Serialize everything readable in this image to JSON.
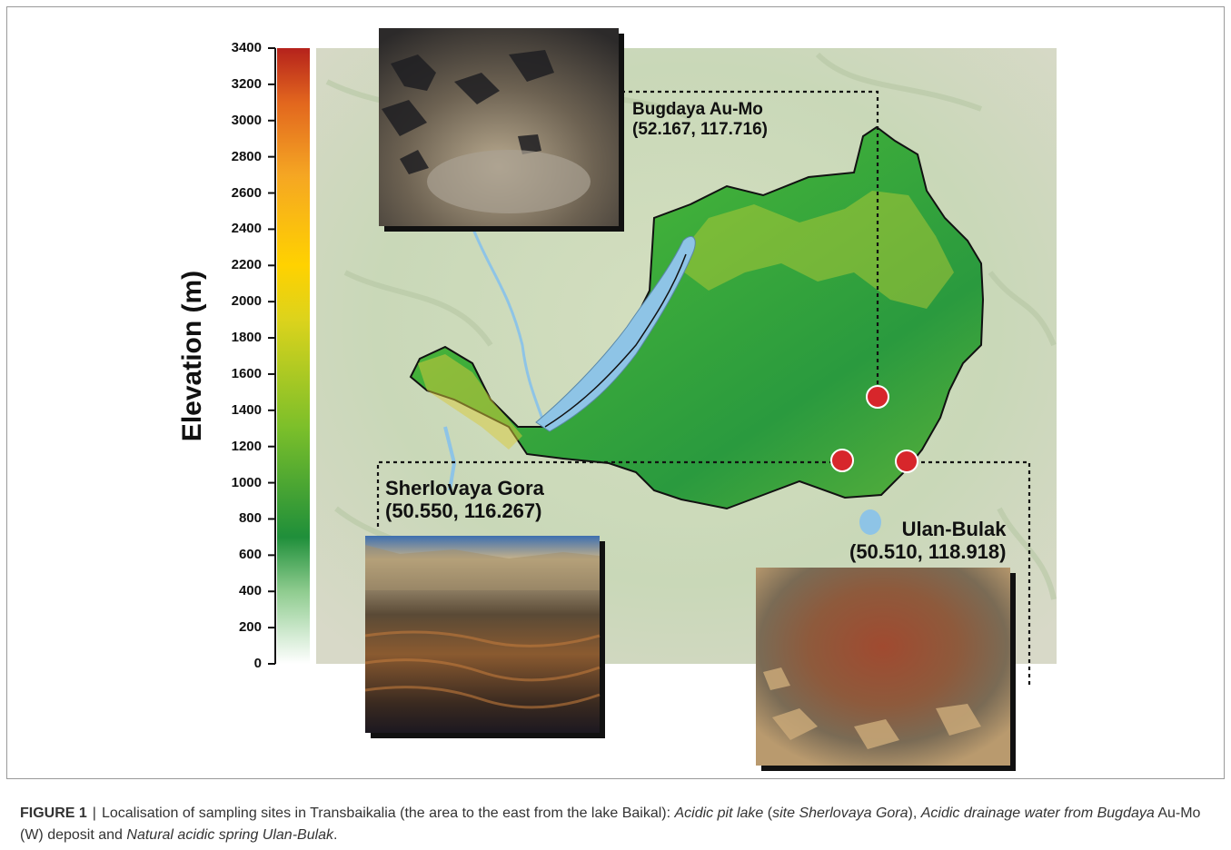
{
  "figure": {
    "caption": {
      "label": "FIGURE 1",
      "separator": "|",
      "text_1": "Localisation of sampling sites in Transbaikalia (the area to the east from the lake Baikal): ",
      "italic_1": "Acidic pit lake",
      "text_2": " (",
      "italic_2": "site Sherlovaya Gora",
      "text_3": "), ",
      "italic_3": "Acidic drainage water from Bugdaya",
      "text_4": " Au-Mo (W) deposit and ",
      "italic_4": "Natural acidic spring Ulan-Bulak",
      "text_5": "."
    },
    "elevation_scale": {
      "title": "Elevation (m)",
      "min": 0,
      "max": 3400,
      "ticks": [
        "3400",
        "3200",
        "3000",
        "2800",
        "2600",
        "2400",
        "2200",
        "2000",
        "1800",
        "1600",
        "1400",
        "1200",
        "1000",
        "800",
        "600",
        "400",
        "200",
        "0"
      ],
      "gradient_stops": [
        {
          "value": 0,
          "color": "#ffffff"
        },
        {
          "value": 400,
          "color": "#8fcc8f"
        },
        {
          "value": 700,
          "color": "#1f8f3a"
        },
        {
          "value": 1300,
          "color": "#7bbf2a"
        },
        {
          "value": 1900,
          "color": "#dcd31c"
        },
        {
          "value": 2200,
          "color": "#ffd200"
        },
        {
          "value": 2700,
          "color": "#f5a623"
        },
        {
          "value": 3100,
          "color": "#e2661e"
        },
        {
          "value": 3400,
          "color": "#b5221c"
        }
      ]
    },
    "sites": [
      {
        "name": "Bugdaya Au-Mo",
        "coords": "(52.167, 117.716)"
      },
      {
        "name": "Sherlovaya Gora",
        "coords": "(50.550, 116.267)"
      },
      {
        "name": "Ulan-Bulak",
        "coords": "(50.510, 118.918)"
      }
    ],
    "colors": {
      "site_marker": "#d7262b",
      "region_outline": "#111111",
      "lake": "#8ec4e6",
      "background_terrain": "#cfdcbf"
    }
  }
}
